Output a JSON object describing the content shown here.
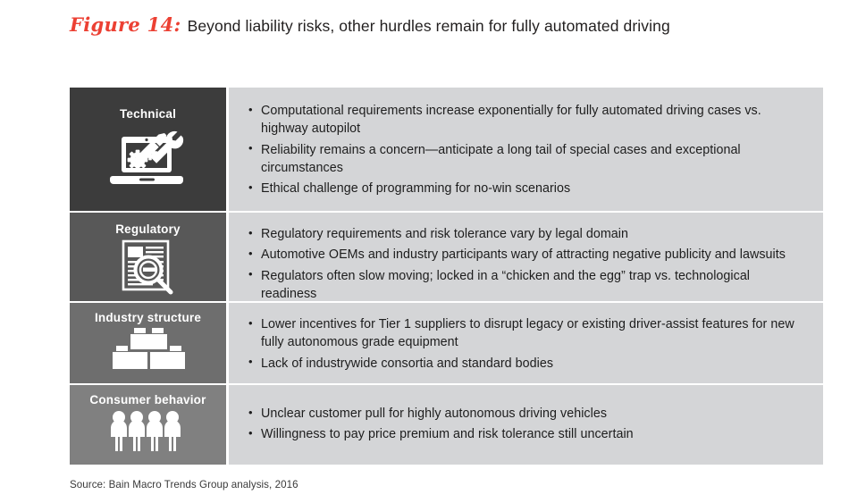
{
  "figure": {
    "label": "Figure 14:",
    "title": "Beyond liability risks, other hurdles remain for fully automated driving",
    "label_color": "#ec4033"
  },
  "source": "Source: Bain Macro Trends Group analysis, 2016",
  "rows": [
    {
      "category": "Technical",
      "icon": "laptop-gears-tools-icon",
      "panel_color": "#3c3c3c",
      "bullets": [
        "Computational requirements increase exponentially for fully automated driving cases vs. highway autopilot",
        "Reliability remains a concern—anticipate a long tail of special cases and exceptional circumstances",
        "Ethical challenge of programming for no-win scenarios"
      ]
    },
    {
      "category": "Regulatory",
      "icon": "document-magnifier-icon",
      "panel_color": "#585858",
      "bullets": [
        "Regulatory requirements and risk tolerance vary by legal domain",
        "Automotive OEMs and industry participants wary of attracting negative publicity and lawsuits",
        "Regulators often slow moving; locked in a “chicken and the egg” trap vs. technological readiness"
      ]
    },
    {
      "category": "Industry structure",
      "icon": "stacked-bricks-icon",
      "panel_color": "#6e6e6e",
      "bullets": [
        "Lower incentives for Tier 1 suppliers to disrupt legacy or existing driver-assist features for new fully autonomous grade equipment",
        "Lack of industrywide consortia and standard bodies"
      ]
    },
    {
      "category": "Consumer behavior",
      "icon": "people-group-icon",
      "panel_color": "#808080",
      "bullets": [
        "Unclear customer pull for highly autonomous driving vehicles",
        "Willingness to pay price premium and risk tolerance still uncertain"
      ]
    }
  ]
}
